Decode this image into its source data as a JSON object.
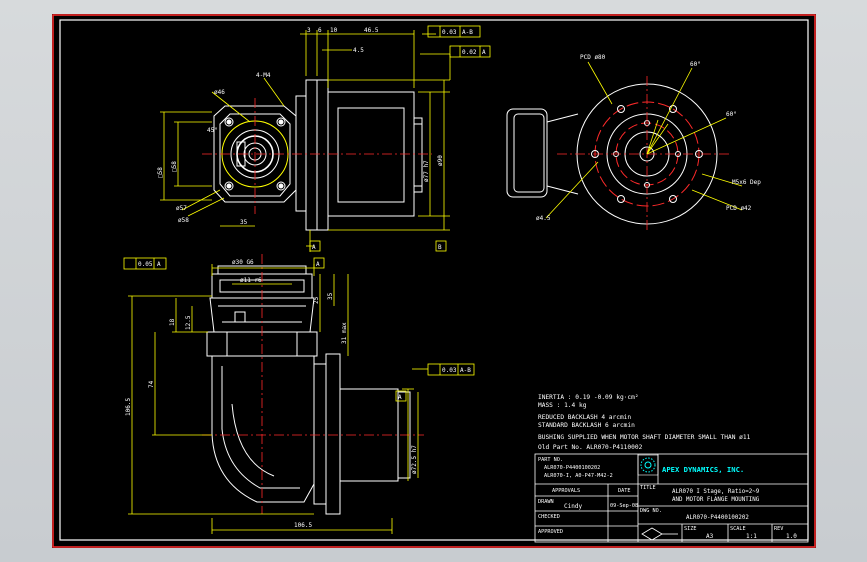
{
  "dimensions": {
    "top_view": {
      "d3": "3",
      "d6": "6",
      "d10": "10",
      "d465": "46.5",
      "d45": "4.5",
      "m4": "4-M4",
      "dia46": "ø46",
      "sq58a": "□58",
      "sq58b": "□58",
      "dia57": "ø57",
      "dia58": "ø58",
      "d45deg": "45°",
      "d35": "35",
      "dia77": "ø77 h7",
      "dia90": "ø90"
    },
    "side_view": {
      "dia30": "ø30 G6",
      "dia11": "ø11 r6",
      "d25": "25",
      "d35": "35",
      "d18": "18",
      "d1235": "12.5",
      "d31": "31 max",
      "d74": "74",
      "d1065": "106.5",
      "d1065b": "106.5",
      "dia72": "ø72.5 h7"
    },
    "front_view": {
      "pcd80": "PCD ø80",
      "d60a": "60°",
      "d60b": "60°",
      "m5": "M5x6 Dep",
      "pcd42": "PCD ø42",
      "dia45": "ø4.5"
    }
  },
  "tolerances": {
    "top_parallel": "0.03",
    "top_parallel_ref": "A-B",
    "top_perp": "0.02",
    "top_perp_ref": "A",
    "side_flat": "0.05",
    "side_flat_ref": "A",
    "side_perp": "0.03",
    "side_perp_ref": "A-B",
    "datum_a": "A",
    "datum_b": "B"
  },
  "notes": {
    "inertia": "INERTIA : 0.19 -0.09 kg·cm²",
    "mass": "MASS : 1.4 kg",
    "backlash1": "REDUCED BACKLASH 4 arcmin",
    "backlash2": "STANDARD BACKLASH 6 arcmin",
    "bushing": "BUSHING SUPPLIED WHEN MOTOR SHAFT DIAMETER SMALL THAN ø11",
    "old_part": "Old Part No. ALR070-P4110002"
  },
  "title_block": {
    "part_no_label": "PART NO.",
    "part_no_1": "ALR070-P4400100202",
    "part_no_2": "ALR070-I, A0-P47-M42-2",
    "company": "APEX DYNAMICS, INC.",
    "approvals": "APPROVALS",
    "date": "DATE",
    "title_label": "TITLE",
    "title_1": "ALR070 I Stage, Ratio=2~9",
    "title_2": "AND MOTOR FLANGE MOUNTING",
    "drawn": "DRAWN",
    "drawn_by": "Cindy",
    "drawn_date": "09-Sep-08",
    "checked": "CHECKED",
    "dwg_no_label": "DWG NO.",
    "dwg_no": "ALR070-P4400100202",
    "approved": "APPROVED",
    "size_label": "SIZE",
    "size": "A3",
    "scale_label": "SCALE",
    "scale": "1:1",
    "rev_label": "REV",
    "rev": "1.0"
  }
}
